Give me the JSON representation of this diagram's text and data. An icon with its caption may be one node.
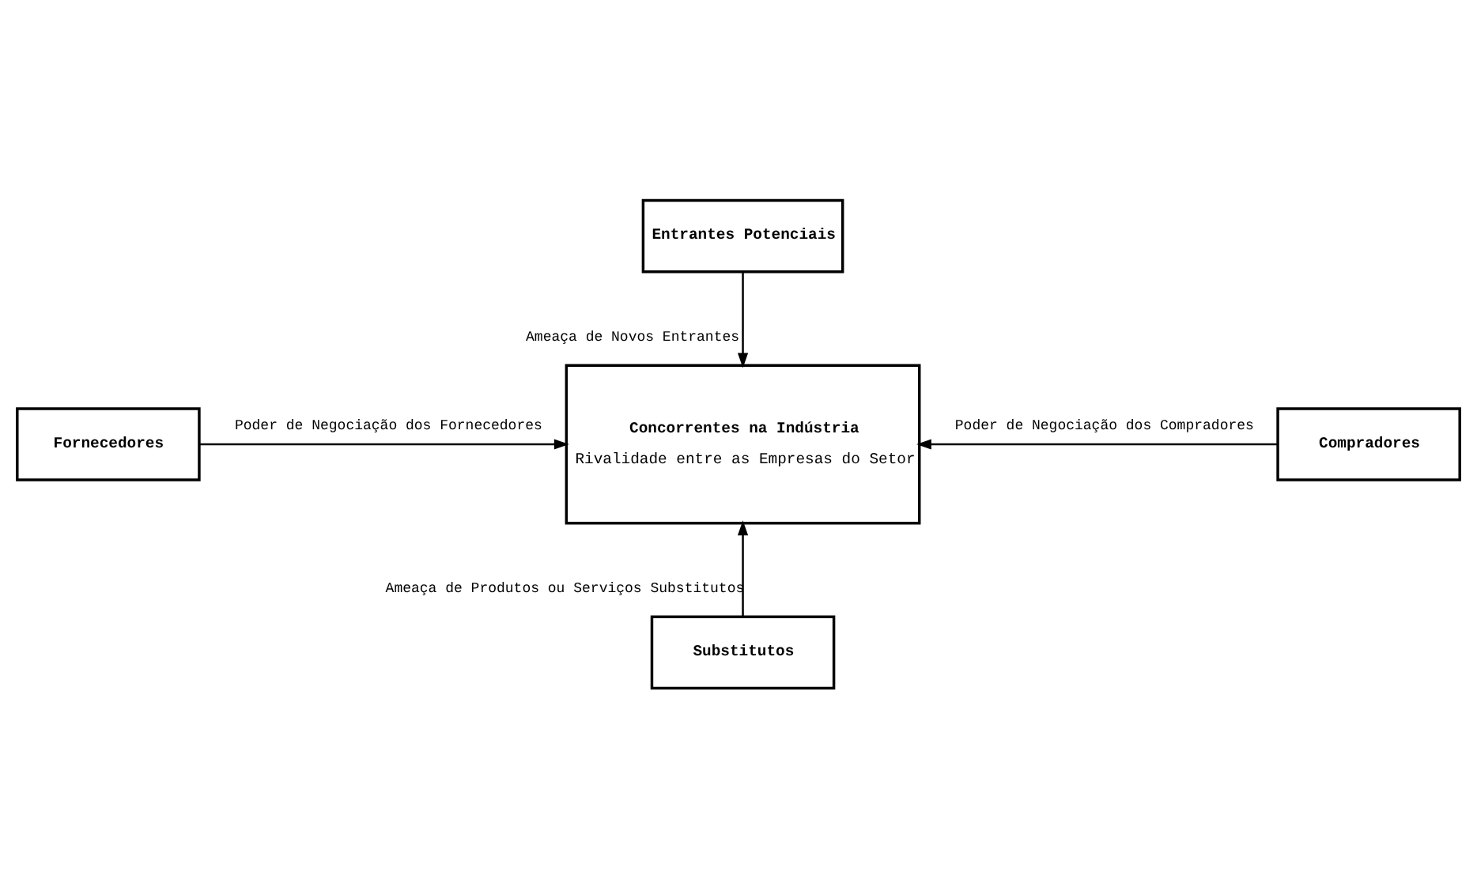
{
  "diagram": {
    "nodes": [
      {
        "text": [
          "Entrantes Potenciais"
        ]
      },
      {
        "text": [
          "Concorrentes na Indústria",
          "Rivalidade entre as Empresas do Setor"
        ]
      },
      {
        "text": [
          "Fornecedores"
        ]
      },
      {
        "text": [
          "Compradores"
        ]
      },
      {
        "text": [
          "Substitutos"
        ]
      }
    ],
    "edges": [
      {
        "from": 0,
        "to": 1,
        "arrow": "to",
        "label": "Ameaça de Novos Entrantes"
      },
      {
        "from": 2,
        "to": 1,
        "arrow": "to",
        "label": "Poder de Negociação dos Fornecedores"
      },
      {
        "from": 3,
        "to": 1,
        "arrow": "to",
        "label": "Poder de Negociação dos Compradores"
      },
      {
        "from": 4,
        "to": 1,
        "arrow": "to",
        "label": "Ameaça de Produtos ou Serviços Substitutos"
      }
    ]
  }
}
